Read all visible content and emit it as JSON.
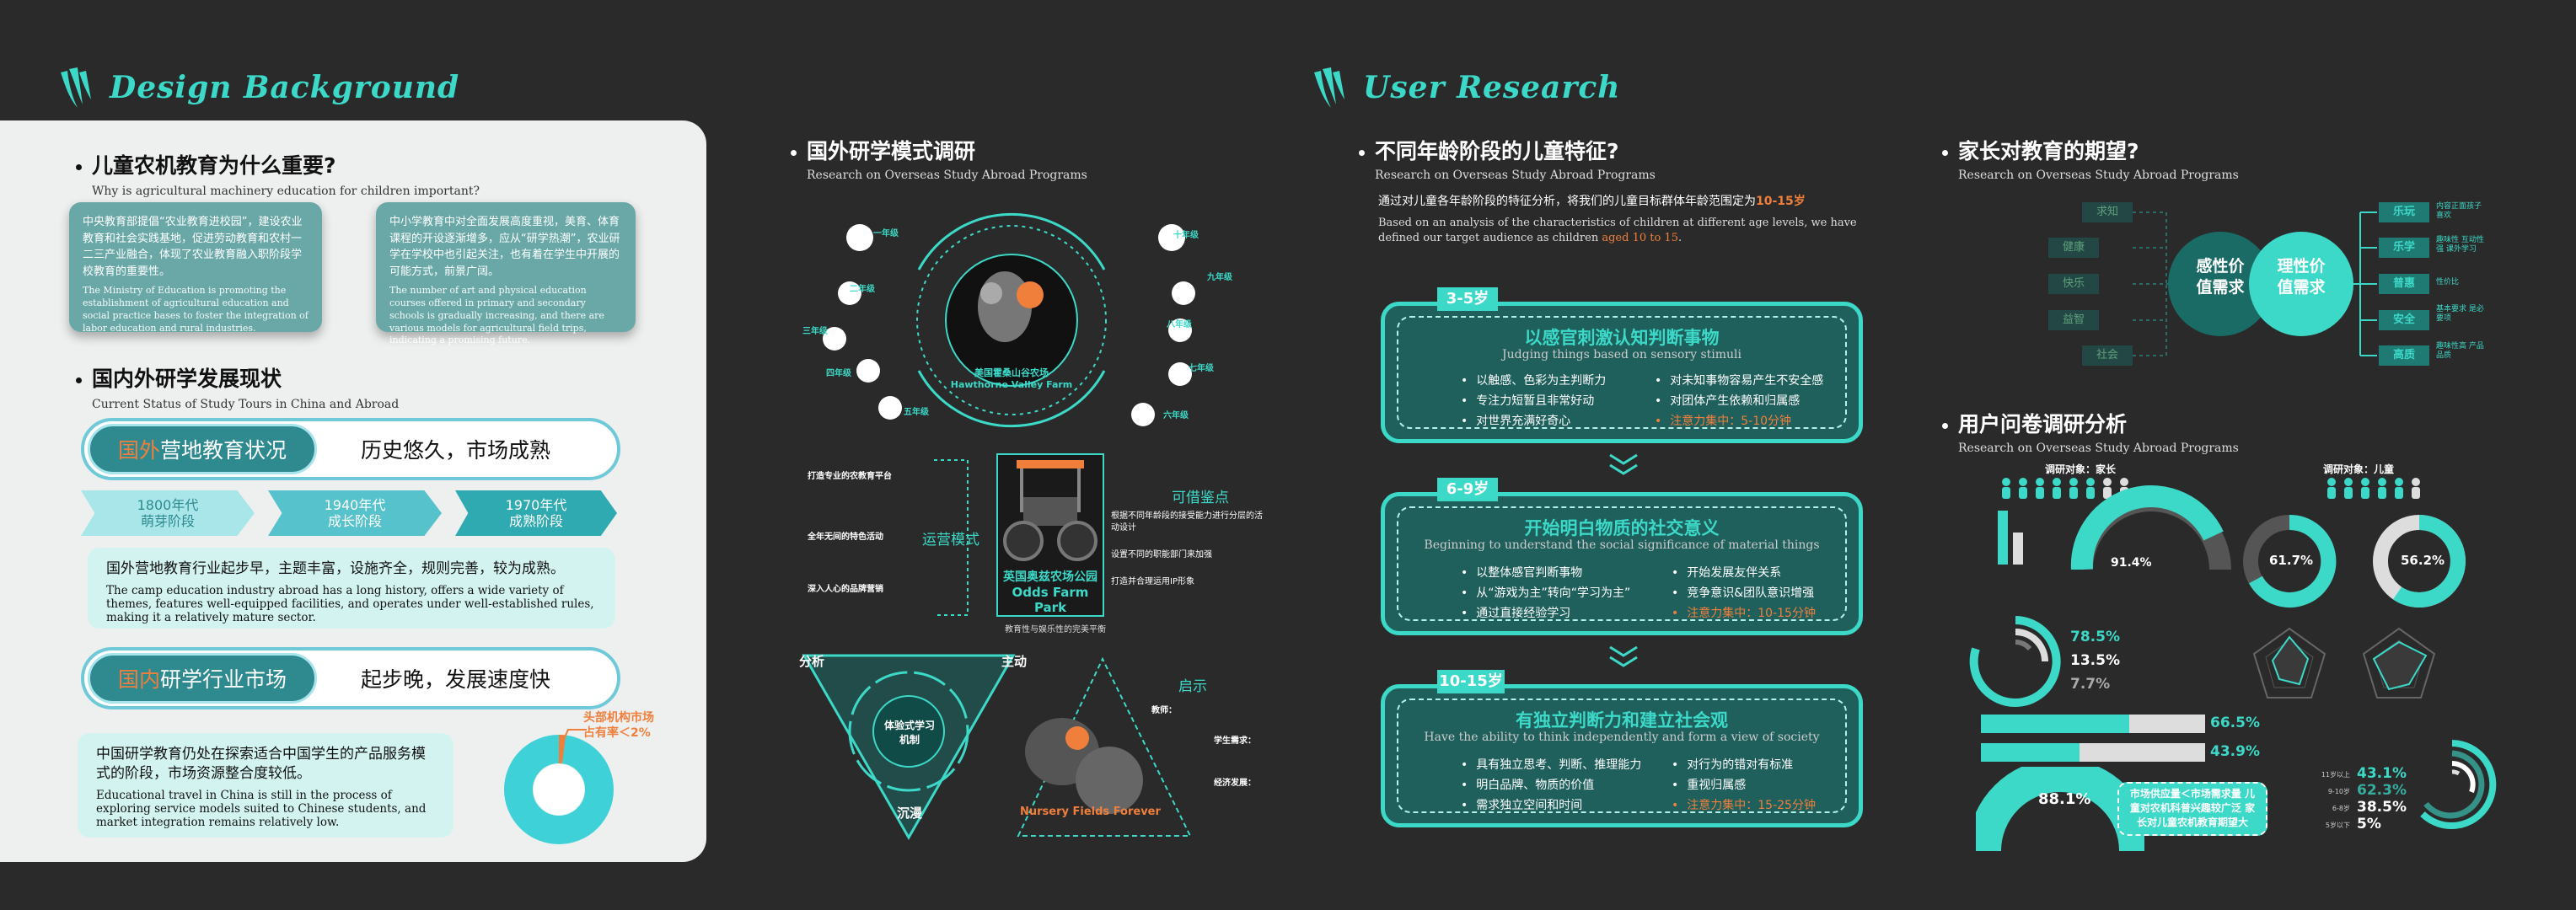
{
  "headers": {
    "design_background": "Design Background",
    "user_research": "User Research"
  },
  "left": {
    "q1": {
      "title": "儿童农机教育为什么重要?",
      "sub": "Why is agricultural machinery education for children important?"
    },
    "card1": {
      "zh": "中央教育部提倡“农业教育进校园”，建设农业教育和社会实践基地，促进劳动教育和农村一二三产业融合，体现了农业教育融入职阶段学校教育的重要性。",
      "en": "The Ministry of Education is promoting the establishment of agricultural education and social practice bases to foster the integration of labor education and rural industries."
    },
    "card2": {
      "zh": "中小学教育中对全面发展高度重视，美育、体育课程的开设逐渐增多，应从“研学热潮”，农业研学在学校中也引起关注，也有着在学生中开展的可能方式，前景广阔。",
      "en": "The number of art and physical education courses offered in primary and secondary schools is gradually increasing, and there are various models for agricultural field trips, indicating a promising future."
    },
    "q2": {
      "title": "国内外研学发展现状",
      "sub": "Current Status of Study Tours in China and Abroad"
    },
    "pill1": {
      "hl": "国外",
      "label": "营地教育状况",
      "right": "历史悠久，市场成熟"
    },
    "stages": [
      {
        "year": "1800年代",
        "name": "萌芽阶段"
      },
      {
        "year": "1940年代",
        "name": "成长阶段"
      },
      {
        "year": "1970年代",
        "name": "成熟阶段"
      }
    ],
    "note1": {
      "zh": "国外营地教育行业起步早，主题丰富，设施齐全，规则完善，较为成熟。",
      "en": "The camp education industry abroad has a long history, offers a wide variety of themes, features well-equipped facilities, and operates under well-established rules, making it a relatively mature sector."
    },
    "pill2": {
      "hl": "国内",
      "label": "研学行业市场",
      "right": "起步晚，发展速度快"
    },
    "note2": {
      "zh": "中国研学教育仍处在探索适合中国学生的产品服务模式的阶段，市场资源整合度较低。",
      "en": "Educational travel in China is still in the process of exploring service models suited to Chinese students, and market integration remains relatively low."
    },
    "donut_label": "头部机构市场占有率＜2%",
    "colors": {
      "teal_dark": "#2e8a8f",
      "teal_light": "#6fc9d8",
      "accent": "#f07f3c"
    }
  },
  "overseas": {
    "title": "国外研学模式调研",
    "sub": "Research on Overseas Study Abroad Programs",
    "farm1": {
      "zh": "美国霍桑山谷农场",
      "en": "Hawthorne Valley Farm"
    },
    "grades_left": [
      "一年级",
      "二年级",
      "三年级",
      "四年级",
      "五年级"
    ],
    "grades_right": [
      "十年级",
      "九年级",
      "八年级",
      "七年级",
      "六年级"
    ],
    "farm2": {
      "zh": "英国奥兹农场公园",
      "en": "Odds Farm Park"
    },
    "mode_label": "运营模式",
    "left_items": [
      "打造专业的农教育平台",
      "全年无间的特色活动",
      "深入人心的品牌营销"
    ],
    "feasible_label": "可借鉴点",
    "feasible_text": [
      "根据不同年龄段的接受能力进行分层的活动设计",
      "设置不同的职能部门来加强",
      "打造并合理运用IP形象"
    ],
    "farm2_caption": "教育性与娱乐性的完美平衡",
    "farm3": {
      "en": "Nursery Fields Forever"
    },
    "cycle": {
      "center": "体验式学习机制",
      "tl": "分析",
      "tr": "主动",
      "b": "沉漫"
    },
    "inspire_label": "启示",
    "inspire_text": [
      "教师：",
      "学生需求：",
      "经济发展："
    ]
  },
  "children": {
    "title": "不同年龄阶段的儿童特征?",
    "sub": "Research on Overseas Study Abroad Programs",
    "intro_zh_pre": "通过对儿童各年龄阶段的特征分析，将我们的儿童目标群体年龄范围定为",
    "intro_zh_hl": "10-15岁",
    "intro_en_pre": "Based on an analysis of the characteristics of children at different age levels, we have defined our target audience as children ",
    "intro_en_hl": "aged 10 to 15",
    "intro_en_post": ".",
    "ages": [
      {
        "tag": "3-5岁",
        "h": "以感官刺激认知判断事物",
        "e": "Judging things based on sensory stimuli",
        "l": [
          "以触感、色彩为主判断力",
          "专注力短暂且非常好动",
          "对世界充满好奇心"
        ],
        "r": [
          "对未知事物容易产生不安全感",
          "对团体产生依赖和归属感"
        ],
        "focus": "注意力集中：5-10分钟"
      },
      {
        "tag": "6-9岁",
        "h": "开始明白物质的社交意义",
        "e": "Beginning to understand the social significance of material things",
        "l": [
          "以整体感官判断事物",
          "从“游戏为主”转向“学习为主”",
          "通过直接经验学习"
        ],
        "r": [
          "开始发展友伴关系",
          "竞争意识&团队意识增强"
        ],
        "focus": "注意力集中：10-15分钟"
      },
      {
        "tag": "10-15岁",
        "h": "有独立判断力和建立社会观",
        "e": "Have the ability to think independently and form a view of society",
        "l": [
          "具有独立思考、判断、推理能力",
          "明白品牌、物质的价值",
          "需求独立空间和时间"
        ],
        "r": [
          "对行为的错对有标准",
          "重视归属感"
        ],
        "focus": "注意力集中：15-25分钟"
      }
    ]
  },
  "parents": {
    "title": "家长对教育的期望?",
    "sub": "Research on Overseas Study Abroad Programs",
    "center_left": "感性价值需求",
    "center_right": "理性价值需求",
    "left_items": [
      "求知",
      "健康",
      "快乐",
      "益智",
      "社会"
    ],
    "right_items": [
      "乐玩",
      "乐学",
      "普惠",
      "安全",
      "高质"
    ],
    "right_notes": [
      "内容正面孩子喜欢",
      "趣味性 互动性强 课外学习",
      "性价比",
      "基本要求 是必要项",
      "趣味性高 产品品质"
    ],
    "colors": {
      "bubble_left": "#1a6b66",
      "bubble_right": "#3cd9c8"
    }
  },
  "survey": {
    "title": "用户问卷调研分析",
    "sub": "Research on Overseas Study Abroad Programs",
    "obj_parent": "调研对象：家长",
    "obj_child": "调研对象：儿童",
    "parent_pie": "91.4%",
    "child_pie1": "61.7%",
    "child_pie2": "56.2%",
    "rings": [
      "78.5%",
      "13.5%",
      "7.7%"
    ],
    "bars": [
      "66.5%",
      "43.9%"
    ],
    "half_donut": "88.1%",
    "conclusion": "市场供应量＜市场需求量 儿童对农机科普兴趣较广泛 家长对儿童农机教育期望大",
    "right_rings": [
      "43.1%",
      "62.3%",
      "38.5%",
      "5%"
    ],
    "age_labels": [
      "11岁以上",
      "9-10岁",
      "6-8岁",
      "5岁以下"
    ]
  }
}
